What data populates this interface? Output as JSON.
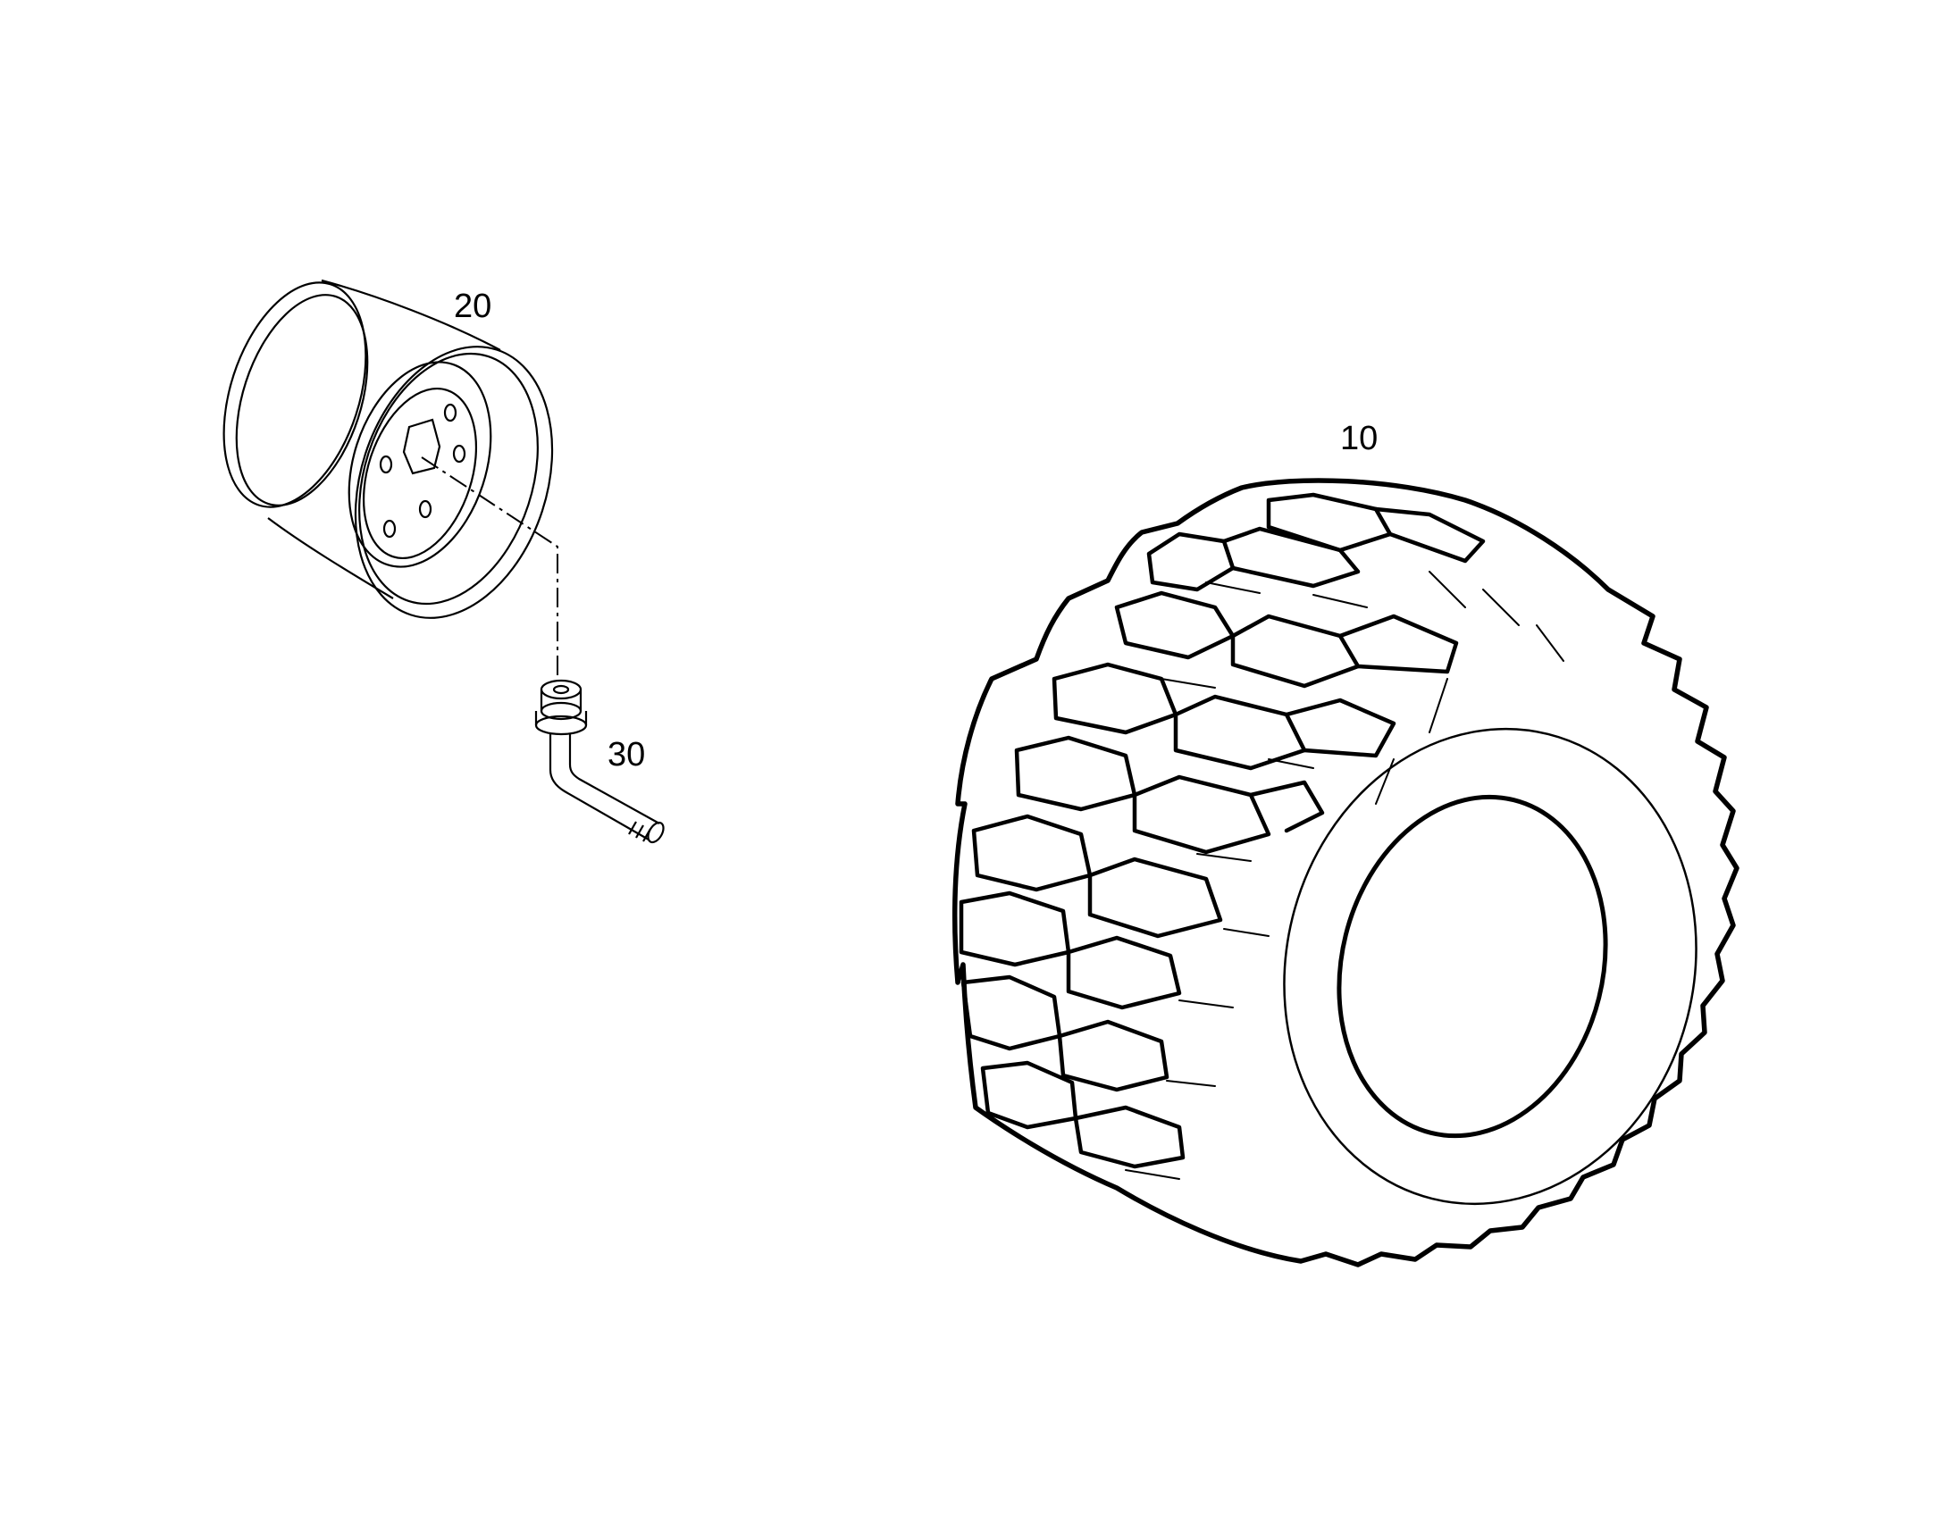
{
  "diagram": {
    "line_color": "#000000",
    "background_color": "#ffffff",
    "parts": [
      {
        "id": "tire",
        "label": "10",
        "icon": "tire-icon"
      },
      {
        "id": "rim",
        "label": "20",
        "icon": "rim-icon"
      },
      {
        "id": "valve",
        "label": "30",
        "icon": "valve-icon"
      }
    ]
  }
}
